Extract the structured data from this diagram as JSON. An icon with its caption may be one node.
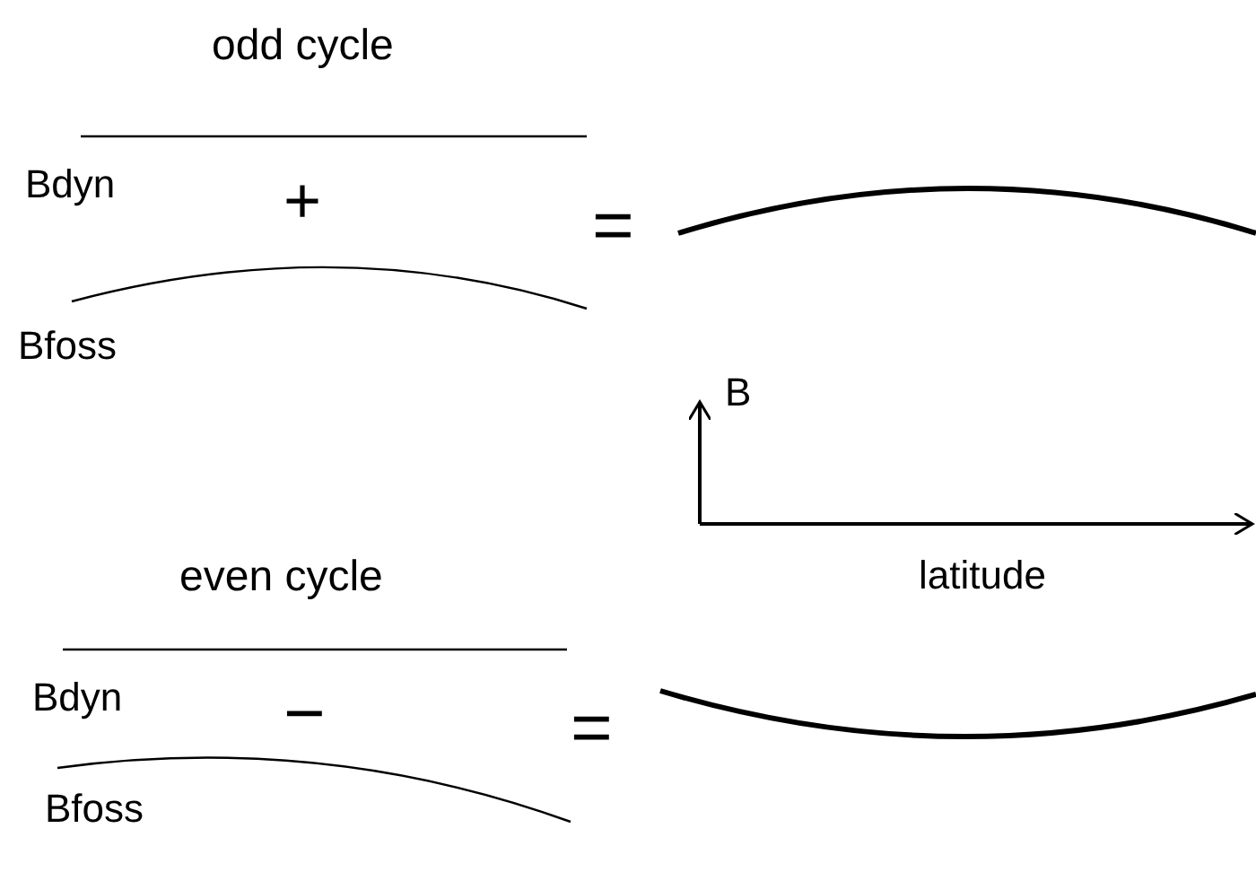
{
  "diagram": {
    "labels": [
      "odd cycle",
      "Bdyn",
      "+",
      "=",
      "Bfoss",
      "B",
      "latitude",
      "even cycle",
      "Bdyn",
      "−",
      "=",
      "Bfoss"
    ]
  }
}
